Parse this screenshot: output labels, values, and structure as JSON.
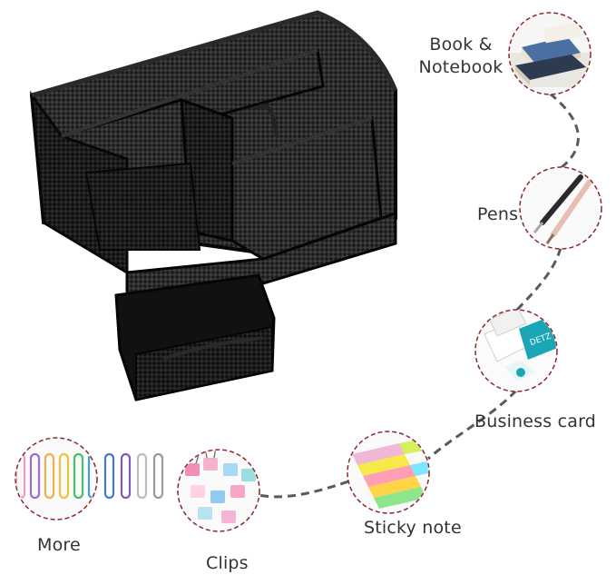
{
  "labels": {
    "book": "Book &\nNotebook",
    "pens": "Pens",
    "business_card": "Business card",
    "sticky_note": "Sticky note",
    "clips": "Clips",
    "more": "More"
  },
  "card_text": "DETZ",
  "colors": {
    "dashed_line": "#5a5a5a",
    "circle_border": "#8a2a2a",
    "organizer": "#141414",
    "card_teal": "#1ba6b8"
  },
  "icons": [
    "organizer-image",
    "book-icon",
    "pens-icon",
    "business-card-icon",
    "sticky-note-icon",
    "clips-icon",
    "paperclips-icon"
  ]
}
